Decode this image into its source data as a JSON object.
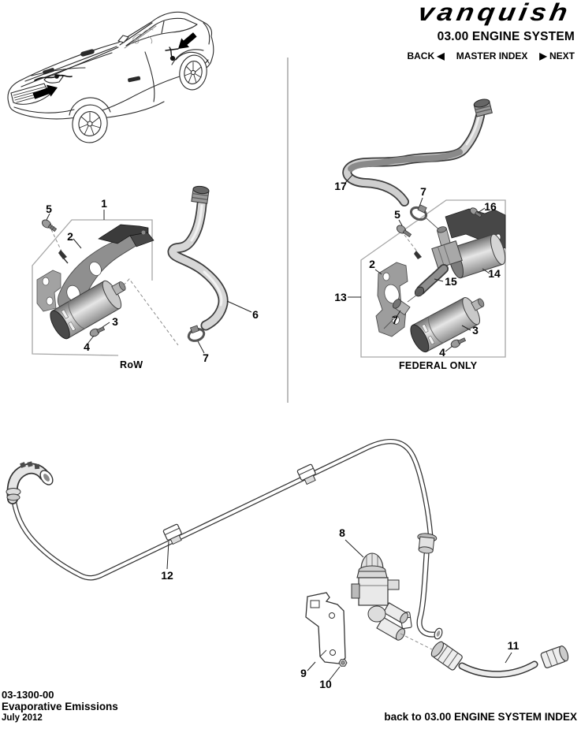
{
  "header": {
    "logo": "vanquish",
    "title": "03.00 ENGINE SYSTEM",
    "nav": {
      "back": "BACK",
      "back_arrow": "◀",
      "master_index": "MASTER INDEX",
      "next_arrow": "▶",
      "next": "NEXT"
    }
  },
  "diagrams": {
    "row": {
      "label": "RoW",
      "callouts": [
        "1",
        "2",
        "3",
        "4",
        "5",
        "6",
        "7"
      ]
    },
    "federal": {
      "label": "FEDERAL ONLY",
      "callouts": [
        "17",
        "7",
        "5",
        "16",
        "2",
        "13",
        "14",
        "15",
        "7",
        "3",
        "4"
      ]
    },
    "lower": {
      "callouts": [
        "8",
        "9",
        "10",
        "11",
        "12"
      ]
    }
  },
  "footer": {
    "doc_number": "03-1300-00",
    "doc_title": "Evaporative Emissions",
    "date": "July 2012",
    "back_link": "back to 03.00 ENGINE SYSTEM INDEX"
  }
}
